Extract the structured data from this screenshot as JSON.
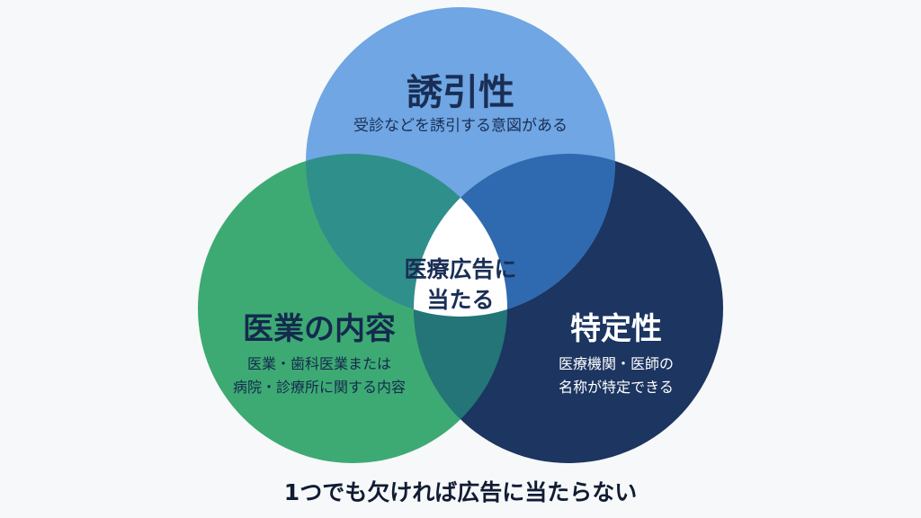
{
  "diagram": {
    "colors": {
      "top": "#6fa6e3",
      "left": "#3daa73",
      "right": "#1c3561",
      "top_left": "#2f8f8a",
      "top_right": "#2f6ab0",
      "left_right": "#247577",
      "center": "#ffffff",
      "background": "#f7f8f9"
    },
    "top": {
      "title": "誘引性",
      "description": "受診などを誘引する意図がある"
    },
    "left": {
      "title": "医業の内容",
      "lines": [
        "医業・歯科医業または",
        "病院・診療所に関する内容"
      ]
    },
    "right": {
      "title": "特定性",
      "lines": [
        "医療機関・医師の",
        "名称が特定できる"
      ]
    },
    "center": {
      "lines": [
        "医療広告に",
        "当たる"
      ]
    },
    "footer": "1つでも欠ければ広告に当たらない"
  }
}
